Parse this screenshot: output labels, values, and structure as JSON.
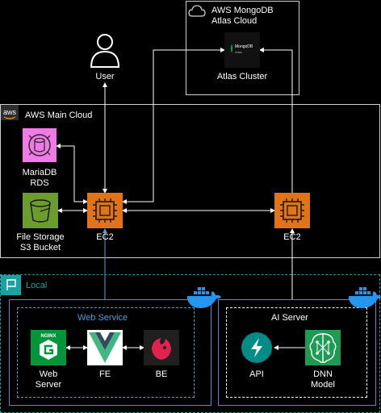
{
  "groups": {
    "mongo_cloud": "AWS MongoDB\nAtlas Cloud",
    "main_cloud": "AWS Main Cloud",
    "local": "Local",
    "web_service": "Web Service",
    "ai_server": "AI Server"
  },
  "nodes": {
    "user": "User",
    "atlas_cluster": "Atlas Cluster",
    "mongodb_logo": "MongoDB\nAtlas",
    "mariadb": "MariaDB\nRDS",
    "s3": "File Storage\nS3 Bucket",
    "ec2_left": "EC2",
    "ec2_right": "EC2",
    "nginx_logo": "NGINX",
    "web_server": "Web\nServer",
    "fe": "FE",
    "be": "BE",
    "api": "API",
    "dnn": "DNN\nModel"
  },
  "aws_badge": "aws",
  "colors": {
    "background": "#000000",
    "line": "#ffffff",
    "local_border": "#1ba1a1",
    "web_service_title": "#4a9fe0",
    "docker_box_border": "#7b74d9",
    "docker_blue": "#2496ed",
    "ec2_orange": "#e07416",
    "rds_pink": "#f17ae6",
    "s3_green": "#6c9c2c",
    "nginx_green": "#009639",
    "vue_green": "#41b883",
    "api_teal": "#008c86",
    "dnn_green": "#1e9b53"
  }
}
